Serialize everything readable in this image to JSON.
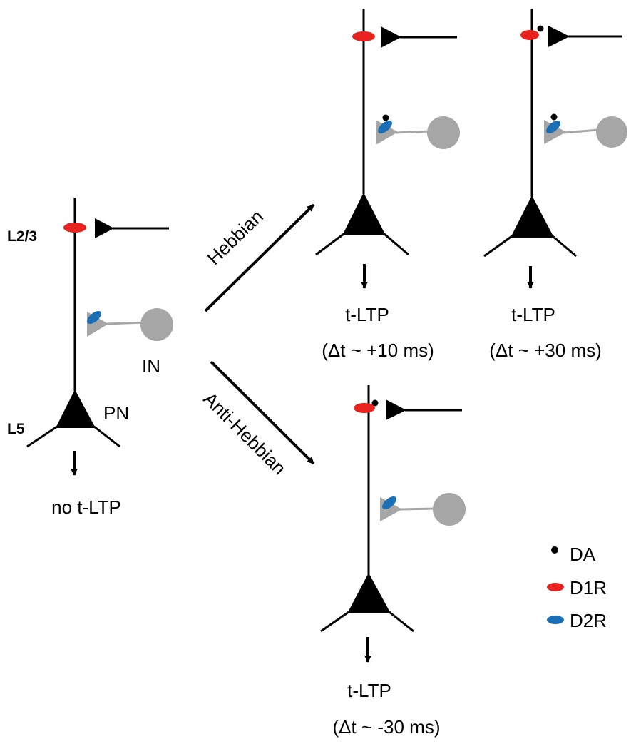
{
  "layers": {
    "upper": "L2/3",
    "lower": "L5"
  },
  "cell_labels": {
    "pyramidal": "PN",
    "interneuron": "IN"
  },
  "pathways": {
    "hebbian": "Hebbian",
    "anti_hebbian": "Anti-Hebbian"
  },
  "outcomes": {
    "control": {
      "result": "no t-LTP"
    },
    "hebbian_10": {
      "result": "t-LTP",
      "timing": "(Δt ~ +10 ms)"
    },
    "hebbian_30": {
      "result": "t-LTP",
      "timing": "(Δt ~ +30 ms)"
    },
    "anti_hebbian_30": {
      "result": "t-LTP",
      "timing": "(Δt ~ -30 ms)"
    }
  },
  "legend": [
    {
      "key": "da",
      "label": "DA",
      "color": "#000000",
      "shape": "dot"
    },
    {
      "key": "d1r",
      "label": "D1R",
      "color": "#e8231f",
      "shape": "ellipse"
    },
    {
      "key": "d2r",
      "label": "D2R",
      "color": "#1a6fb5",
      "shape": "ellipse"
    }
  ],
  "colors": {
    "neuron": "#000000",
    "interneuron": "#a6a6a6",
    "d1r": "#e8231f",
    "d2r": "#1a6fb5",
    "da": "#000000"
  }
}
